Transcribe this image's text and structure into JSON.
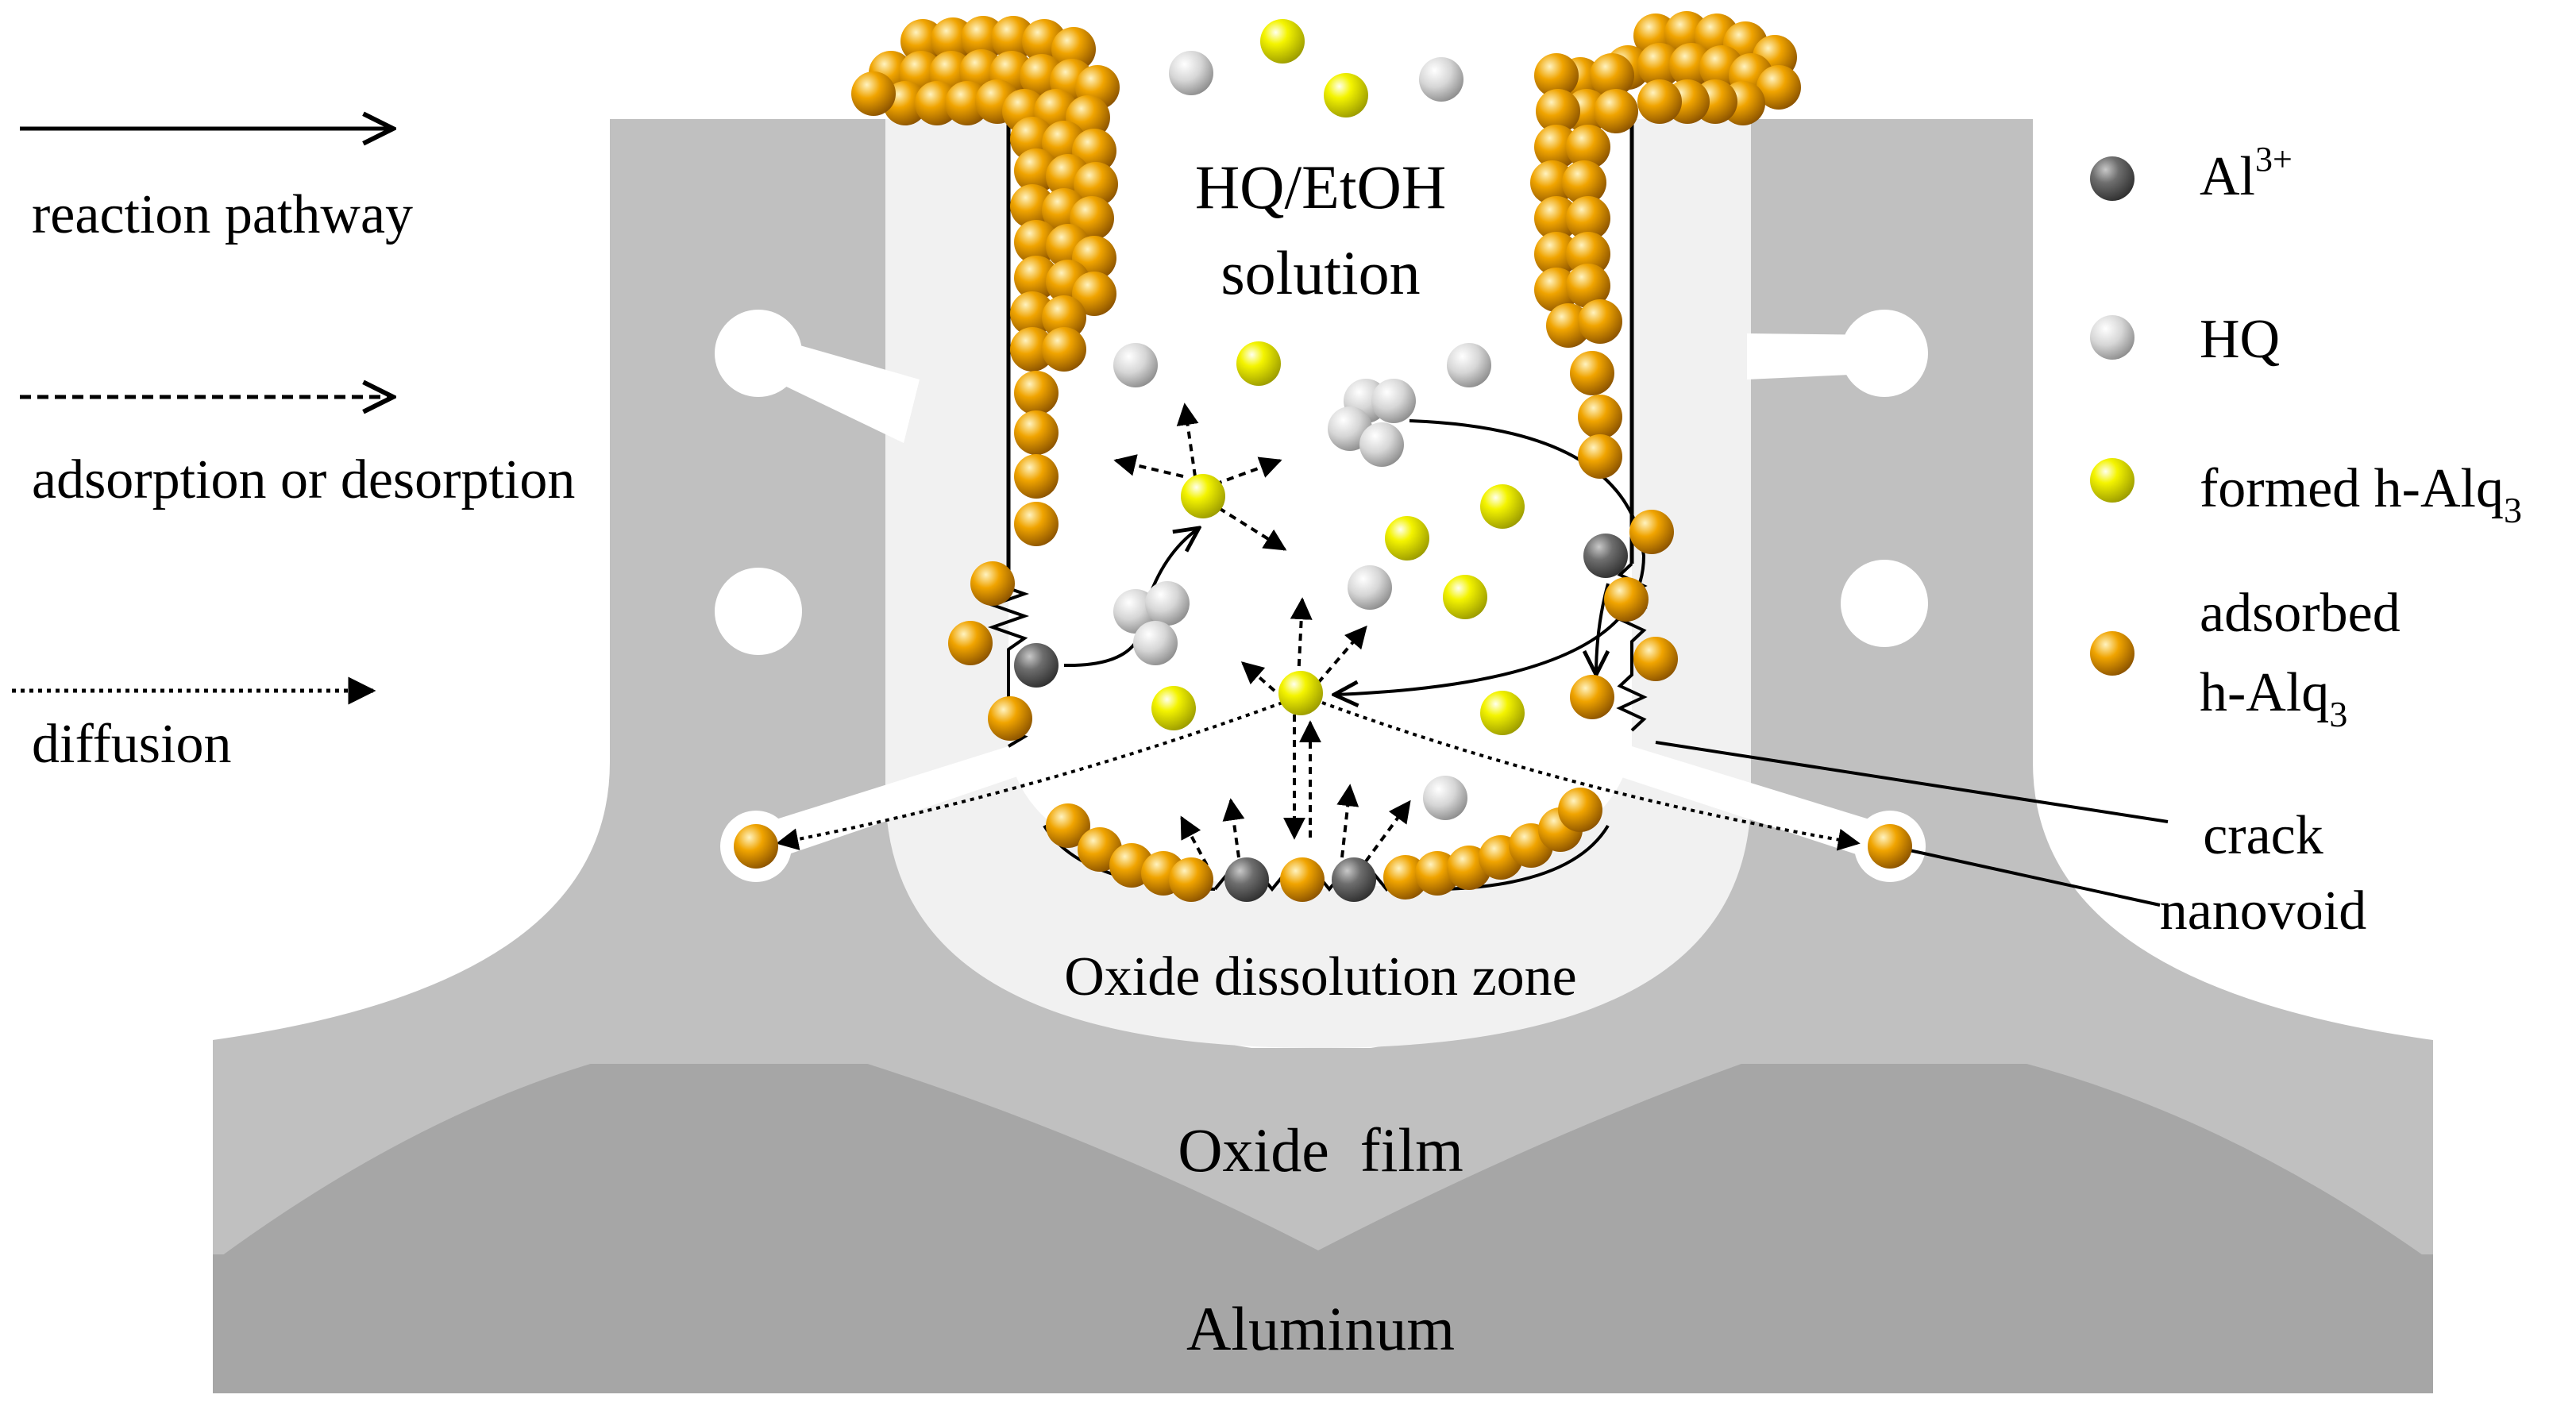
{
  "legend_left": {
    "reaction_pathway": "reaction pathway",
    "adsorption_desorption": "adsorption or desorption",
    "diffusion": "diffusion"
  },
  "legend_right": {
    "al_base": "Al",
    "al_sup": "3+",
    "hq": "HQ",
    "formed_base": "formed h-Alq",
    "formed_sub": "3",
    "adsorbed_line1": "adsorbed",
    "adsorbed_base": "h-Alq",
    "adsorbed_sub": "3"
  },
  "labels": {
    "solution_line1": "HQ/EtOH",
    "solution_line2": "solution",
    "crack": "crack",
    "nanovoid": "nanovoid",
    "dissolution_zone": "Oxide dissolution zone",
    "oxide_film": "Oxide  film",
    "aluminum": "Aluminum"
  },
  "colors": {
    "aluminum": "#a6a6a6",
    "oxide_film": "#c0c0c0",
    "dissolution_zone": "#f1f1f1",
    "al_ion": "#595959",
    "hq": "#d0d0d0",
    "formed": "#f0f000",
    "adsorbed": "#f2a900"
  }
}
